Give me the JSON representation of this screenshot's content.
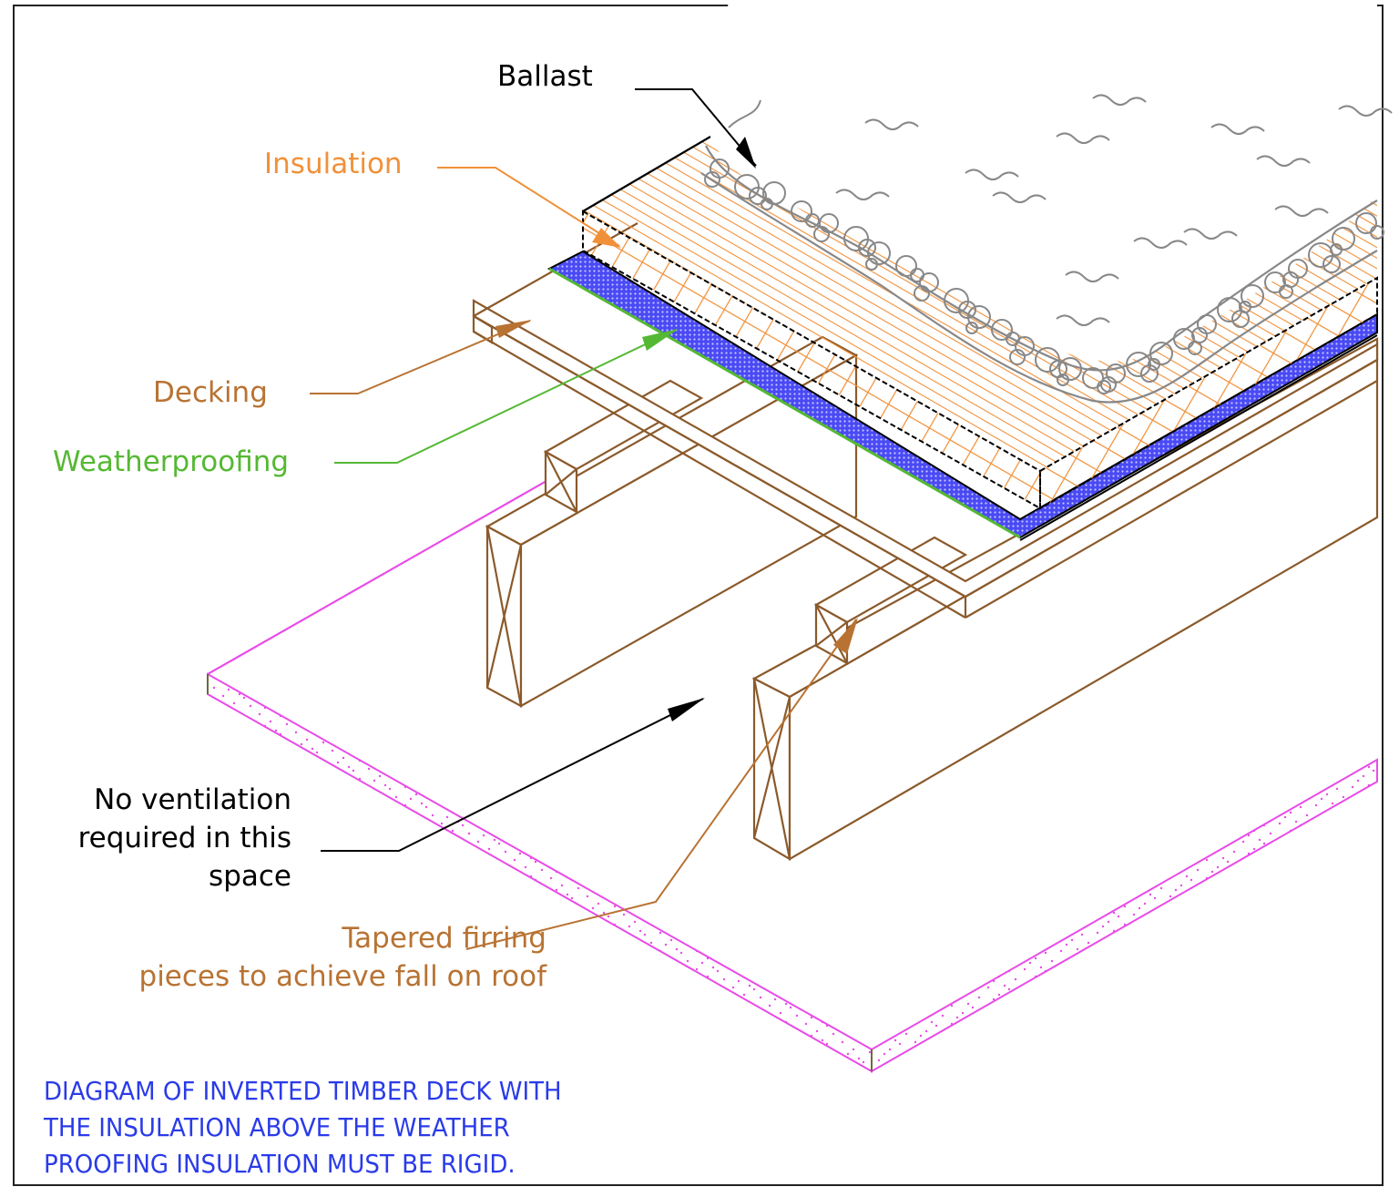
{
  "diagram": {
    "title": "Inverted timber deck roof section",
    "labels": {
      "ballast": "Ballast",
      "insulation": "Insulation",
      "decking": "Decking",
      "weatherproofing": "Weatherproofing",
      "no_ventilation": [
        "No ventilation",
        "required in this",
        "space"
      ],
      "tapered_firring": [
        "Tapered firring",
        "pieces to achieve fall on roof"
      ]
    },
    "caption": [
      "DIAGRAM OF INVERTED TIMBER DECK WITH",
      "THE INSULATION ABOVE THE WEATHER",
      "PROOFING INSULATION MUST BE RIGID."
    ],
    "colors": {
      "ballast": "#000000",
      "insulation": "#f0913a",
      "decking": "#b87333",
      "timber": "#8b5a2b",
      "weatherproofing": "#55b833",
      "membrane_fill": "#5b5bf0",
      "ceiling_board": "#e84ce8",
      "caption": "#2a3be8",
      "gravel": "#888888"
    }
  }
}
